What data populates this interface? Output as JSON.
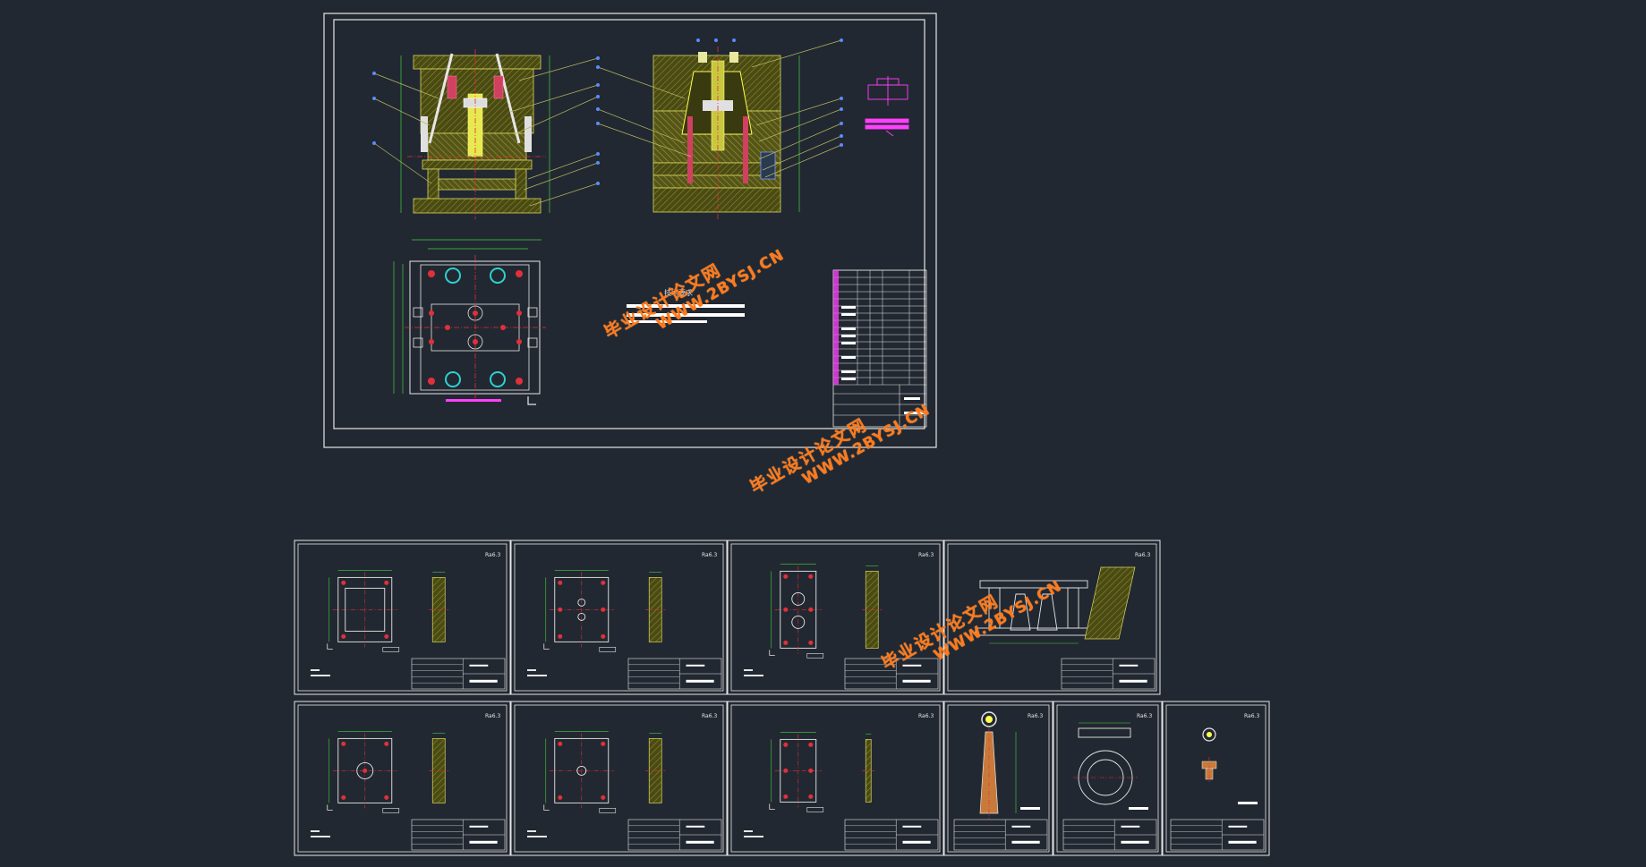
{
  "colors": {
    "background": "#222831",
    "frame": "#e6e6e6",
    "plate_fill": "#4a4a14",
    "plate_stroke": "#d8d860",
    "hatch": "#8a8a2a",
    "red_center": "#e0303a",
    "cyan_circle": "#30d0d0",
    "green_dim": "#40d040",
    "magenta": "#ff40ff",
    "blue_dot": "#5a8cff",
    "yellow": "#ffff50",
    "watermark": "#ff7a1e"
  },
  "watermark": {
    "line1": "毕业设计论文网",
    "line2": "WWW.2BYSJ.CN"
  },
  "main_sheet": {
    "tech_req_title": "技术要求"
  },
  "sheet_mark": "Ra6.3"
}
